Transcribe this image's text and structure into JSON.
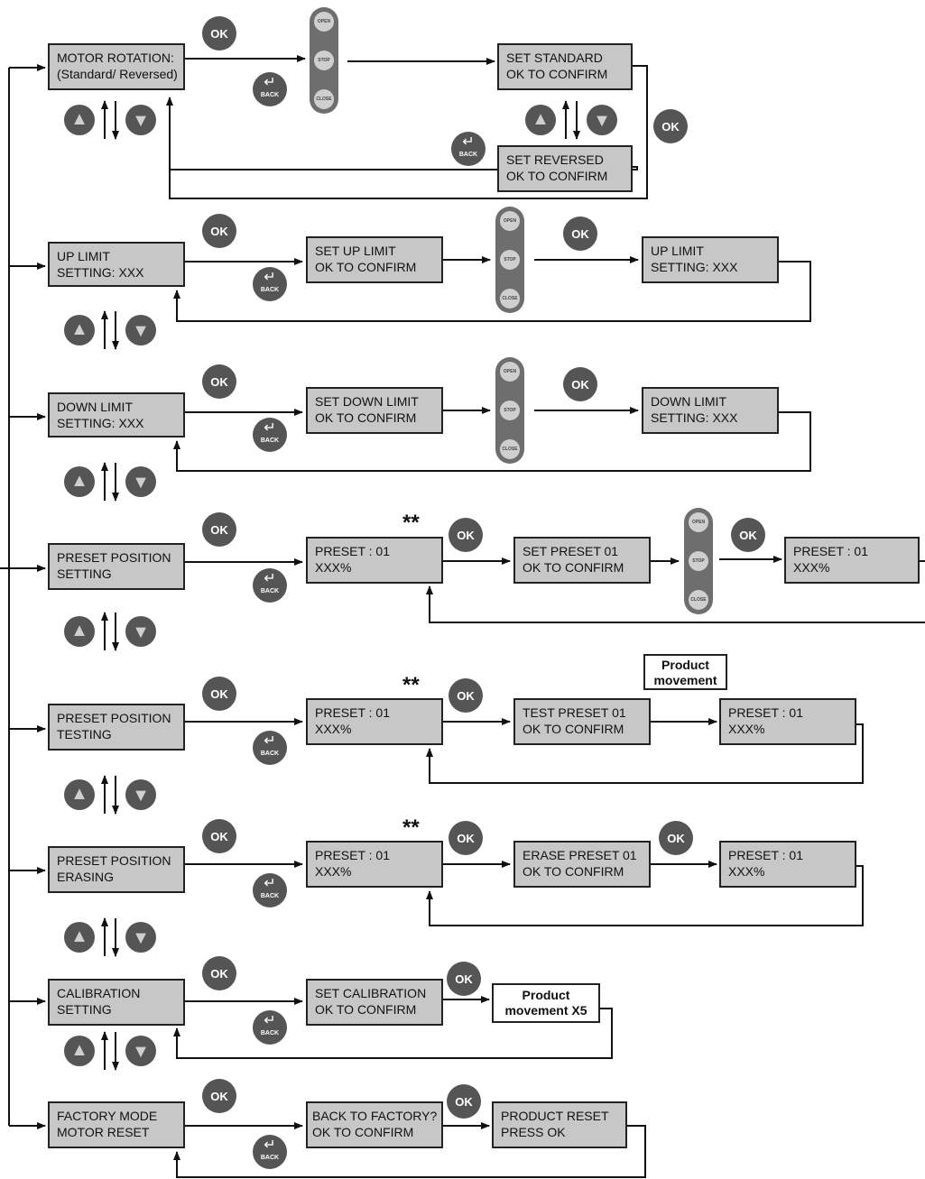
{
  "buttons": {
    "ok": "OK",
    "back": "BACK"
  },
  "remote": {
    "open": "OPEN",
    "stop": "STOP",
    "close": "CLOSE"
  },
  "marker": "**",
  "rows": [
    {
      "menu": [
        "MOTOR ROTATION:",
        "(Standard/ Reversed)"
      ],
      "option_a": [
        "SET STANDARD",
        "OK TO CONFIRM"
      ],
      "option_b": [
        "SET REVERSED",
        "OK TO CONFIRM"
      ]
    },
    {
      "menu": [
        "UP LIMIT",
        "SETTING: XXX"
      ],
      "confirm": [
        "SET UP LIMIT",
        "OK TO CONFIRM"
      ],
      "result": [
        "UP LIMIT",
        "SETTING: XXX"
      ]
    },
    {
      "menu": [
        "DOWN LIMIT",
        "SETTING: XXX"
      ],
      "confirm": [
        "SET DOWN LIMIT",
        "OK TO CONFIRM"
      ],
      "result": [
        "DOWN LIMIT",
        "SETTING: XXX"
      ]
    },
    {
      "menu": [
        "PRESET POSITION",
        "SETTING"
      ],
      "select": [
        "PRESET : 01",
        "XXX%"
      ],
      "confirm": [
        "SET PRESET 01",
        "OK TO CONFIRM"
      ],
      "result": [
        "PRESET : 01",
        "XXX%"
      ]
    },
    {
      "menu": [
        "PRESET POSITION",
        "TESTING"
      ],
      "select": [
        "PRESET : 01",
        "XXX%"
      ],
      "confirm": [
        "TEST PRESET 01",
        "OK TO CONFIRM"
      ],
      "note": [
        "Product",
        "movement"
      ],
      "result": [
        "PRESET : 01",
        "XXX%"
      ]
    },
    {
      "menu": [
        "PRESET POSITION",
        "ERASING"
      ],
      "select": [
        "PRESET : 01",
        "XXX%"
      ],
      "confirm": [
        "ERASE PRESET 01",
        "OK TO CONFIRM"
      ],
      "result": [
        "PRESET : 01",
        "XXX%"
      ]
    },
    {
      "menu": [
        "CALIBRATION",
        "SETTING"
      ],
      "confirm": [
        "SET CALIBRATION",
        "OK TO CONFIRM"
      ],
      "note": [
        "Product",
        "movement X5"
      ]
    },
    {
      "menu": [
        "FACTORY MODE",
        "MOTOR RESET"
      ],
      "confirm": [
        "BACK TO FACTORY?",
        "OK TO CONFIRM"
      ],
      "result": [
        "PRODUCT RESET",
        "PRESS OK"
      ]
    }
  ]
}
